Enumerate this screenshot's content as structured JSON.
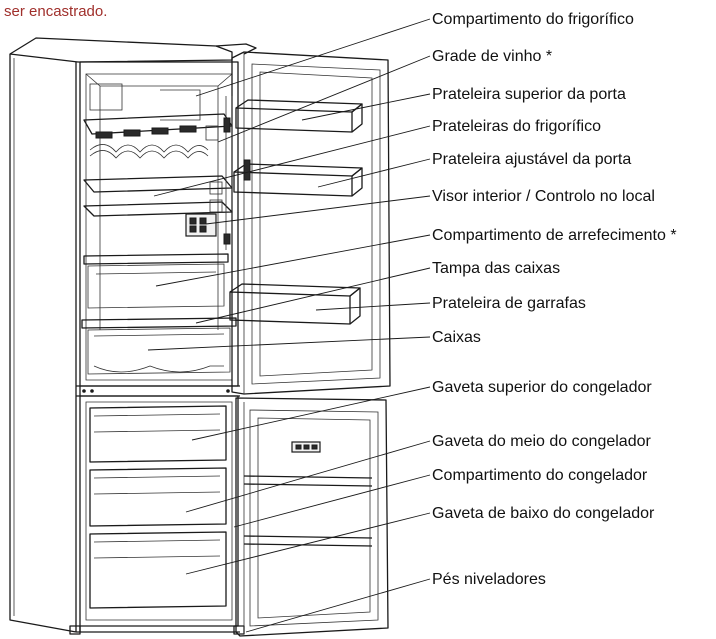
{
  "caption": {
    "text": "ser encastrado.",
    "color": "#a0302c"
  },
  "labels": [
    "Compartimento do frigorífico",
    "Grade de vinho *",
    "Prateleira superior da porta",
    "Prateleiras do frigorífico",
    "Prateleira ajustável da porta",
    "Visor interior / Controlo no local",
    "Compartimento de arrefecimento *",
    "Tampa das caixas",
    "Prateleira de garrafas",
    "Caixas",
    "Gaveta superior do congelador",
    "Gaveta do meio do congelador",
    "Compartimento do congelador",
    "Gaveta de baixo do congelador",
    "Pés niveladores"
  ]
}
